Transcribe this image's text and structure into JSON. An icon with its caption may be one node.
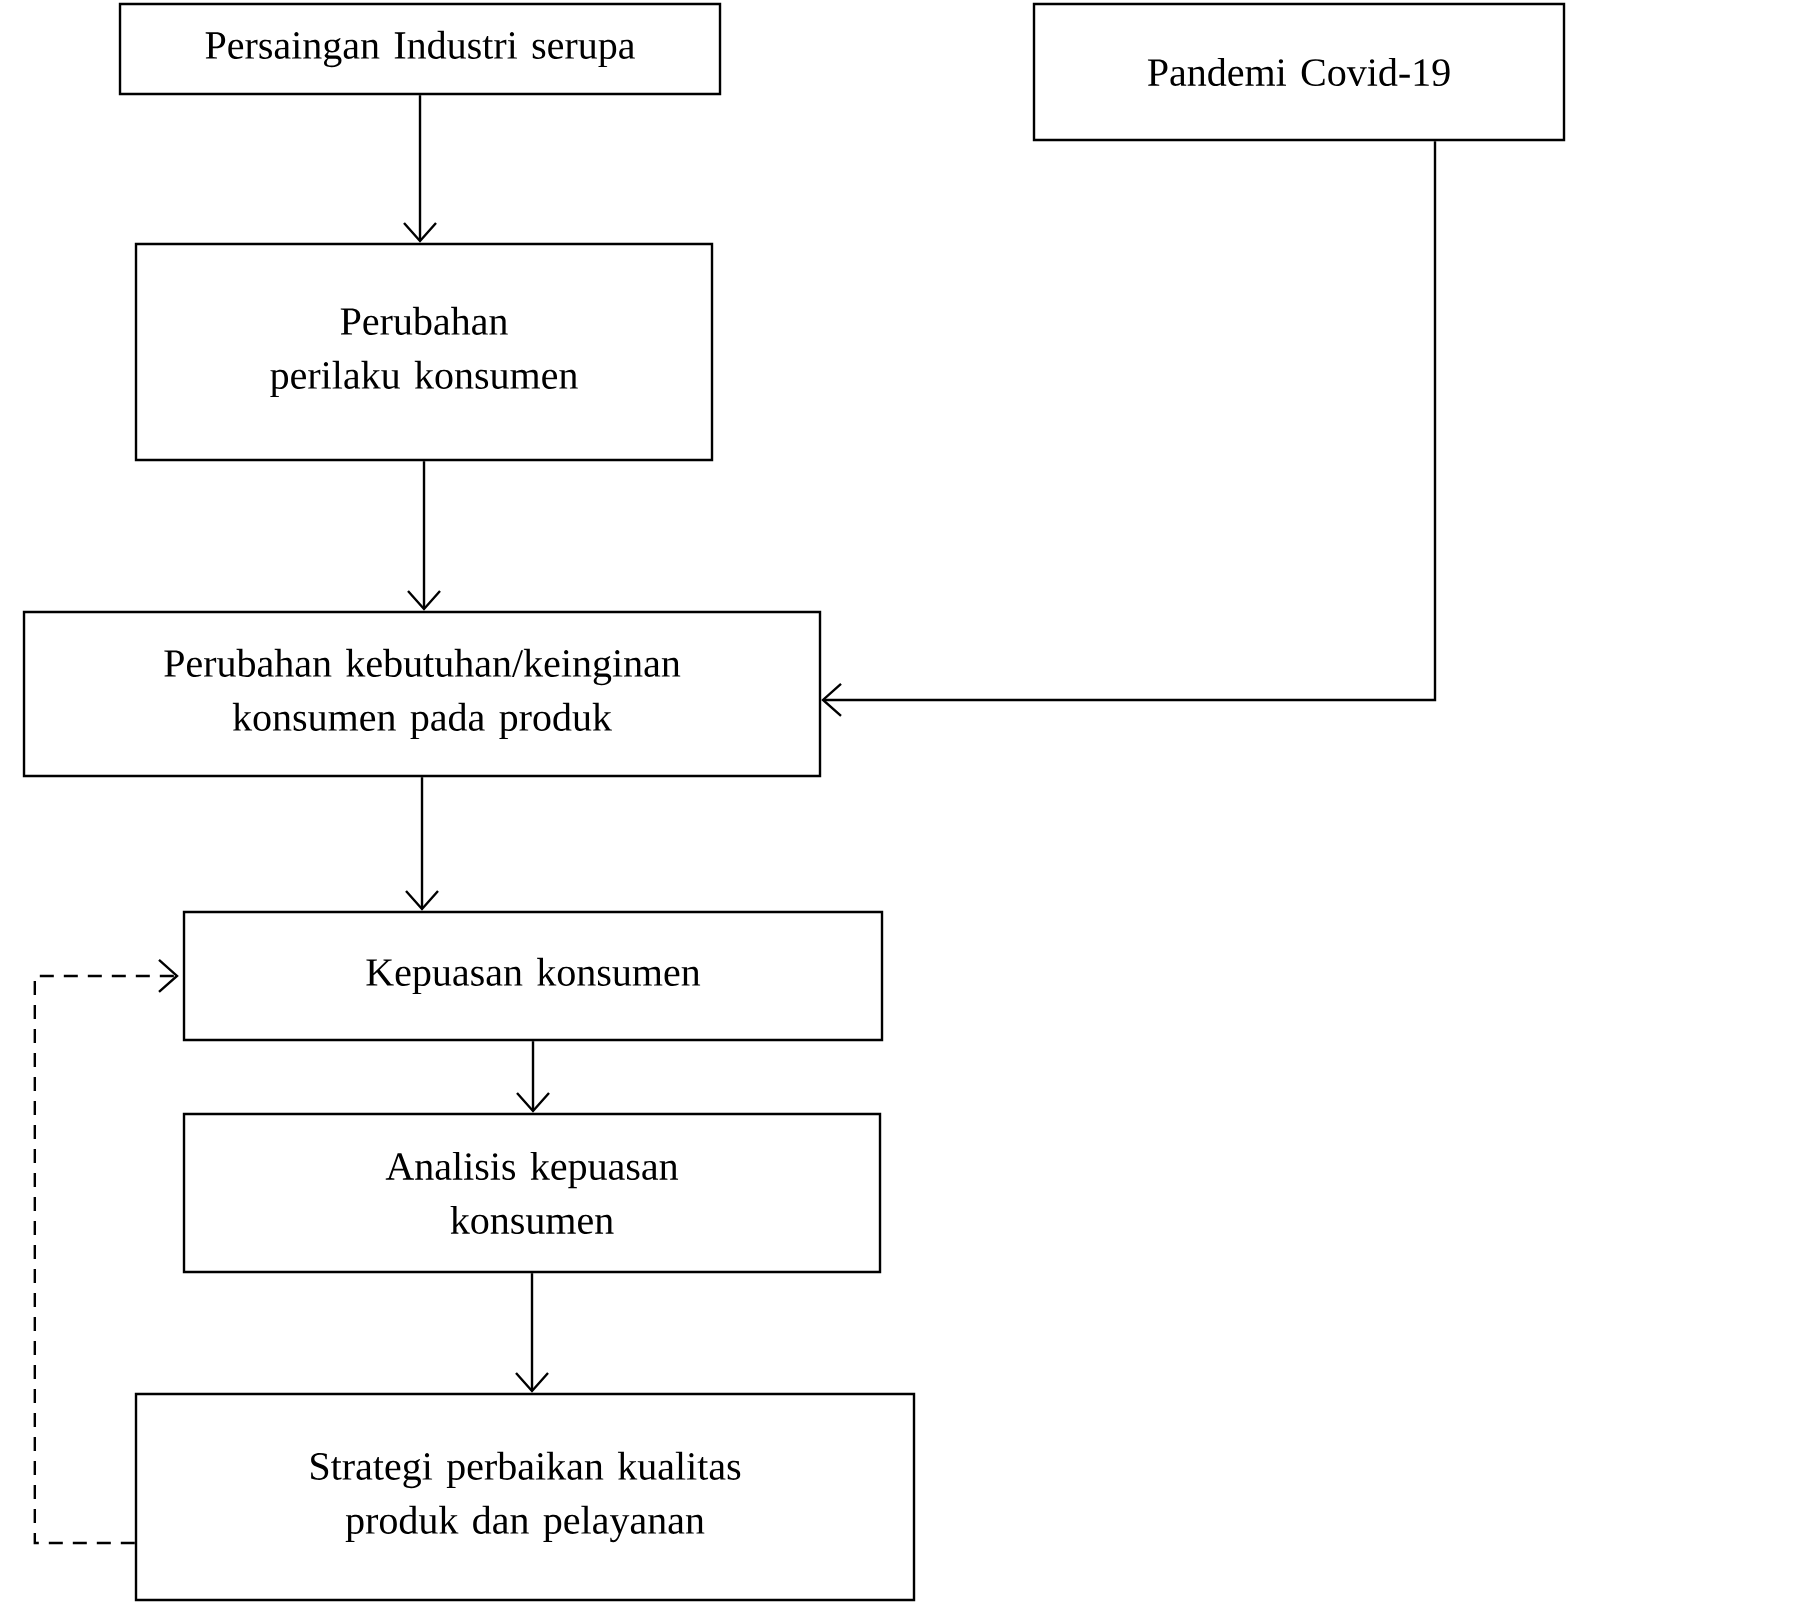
{
  "diagram": {
    "nodes": [
      {
        "text": [
          "Persaingan Industri serupa"
        ]
      },
      {
        "text": [
          "Pandemi Covid-19"
        ]
      },
      {
        "text": [
          "Perubahan perilaku konsumen"
        ]
      },
      {
        "text": [
          "Perubahan kebutuhan/keinginan konsumen pada produk"
        ]
      },
      {
        "text": [
          "Kepuasan konsumen"
        ]
      },
      {
        "text": [
          "Analisis kepuasan konsumen"
        ]
      },
      {
        "text": [
          "Strategi perbaikan kualitas produk dan pelayanan"
        ]
      }
    ],
    "edges": [
      {
        "from": 0,
        "to": 2,
        "arrow": "to"
      },
      {
        "from": 2,
        "to": 3,
        "arrow": "to"
      },
      {
        "from": 1,
        "to": 3,
        "arrow": "to"
      },
      {
        "from": 3,
        "to": 4,
        "arrow": "to"
      },
      {
        "from": 4,
        "to": 5,
        "arrow": "to"
      },
      {
        "from": 5,
        "to": 6,
        "arrow": "to"
      },
      {
        "from": 6,
        "to": 4,
        "arrow": "to",
        "style": "dashed"
      }
    ]
  }
}
